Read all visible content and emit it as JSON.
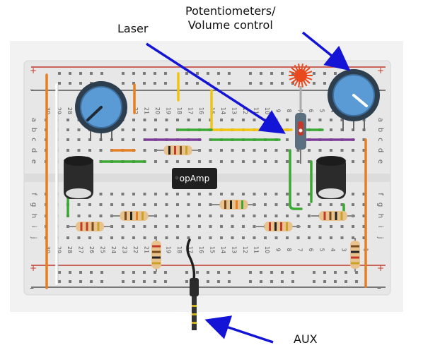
{
  "annotations": {
    "potentiometers_line1": "Potentiometers/",
    "potentiometers_line2": "Volume control",
    "laser": "Laser",
    "aux": "AUX"
  },
  "chip_label": "opAmp",
  "rail_signs": {
    "plus": "+",
    "minus": "–"
  },
  "row_letters_top": [
    "a",
    "b",
    "c",
    "d",
    "e"
  ],
  "row_letters_bottom": [
    "f",
    "g",
    "h",
    "i",
    "j"
  ],
  "column_numbers": [
    "30",
    "29",
    "28",
    "27",
    "26",
    "25",
    "24",
    "23",
    "22",
    "21",
    "20",
    "19",
    "18",
    "17",
    "16",
    "15",
    "14",
    "13",
    "12",
    "11",
    "10",
    "9",
    "8",
    "7",
    "6",
    "5",
    "4",
    "3",
    "2",
    "1"
  ],
  "colors": {
    "breadboard": "#e9e9e9",
    "background_panel": "#f2f2f2",
    "rail_red": "#c0392b",
    "rail_blue": "#555555",
    "wire_orange": "#e67e22",
    "wire_yellow": "#f1c40f",
    "wire_green": "#3aa832",
    "wire_purple": "#7d3c98",
    "knob": "#5b9bd5",
    "arrow": "#1414d6"
  }
}
